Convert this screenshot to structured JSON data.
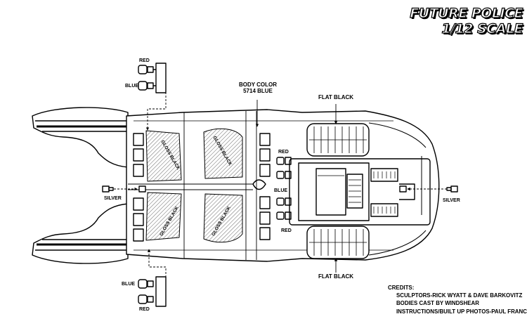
{
  "title": "FUTURE POLICE 1/12 SCALE",
  "labels": {
    "body_color_line1": "BODY COLOR",
    "body_color_line2": "5714 BLUE",
    "flat_black": "FLAT BLACK",
    "red": "RED",
    "blue": "BLUE",
    "silver": "SILVER",
    "gloss_black": "GLOSS BLACK"
  },
  "credits": {
    "heading": "CREDITS:",
    "lines": [
      "SCULPTORS-RICK WYATT & DAVE BARKOVITZ",
      "BODIES CAST BY WINDSHEAR",
      "INSTRUCTIONS/BUILT UP PHOTOS-PAUL FRANCIS"
    ]
  },
  "colors": {
    "ink": "#000000",
    "paper": "#ffffff"
  },
  "icons": [
    "light-lens-icon",
    "bolt-icon",
    "leader-arrow-icon"
  ]
}
